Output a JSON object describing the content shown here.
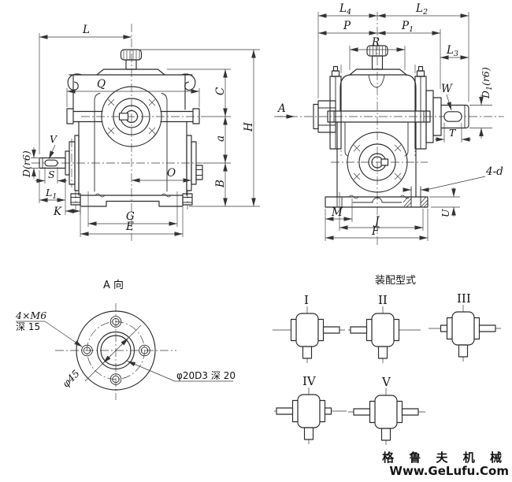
{
  "front_view": {
    "dims": {
      "L": "L",
      "Q": "Q",
      "C": "C",
      "a": "a",
      "B": "B",
      "H": "H",
      "O": "O",
      "G": "G",
      "E": "E",
      "K": "K",
      "S": "S",
      "V": "V",
      "D": "D(r6)",
      "L1": {
        "base": "L",
        "sub": "1"
      }
    }
  },
  "side_view": {
    "dims": {
      "L4": {
        "base": "L",
        "sub": "4"
      },
      "L2": {
        "base": "L",
        "sub": "2"
      },
      "P": "P",
      "P1": {
        "base": "P",
        "sub": "1"
      },
      "R": "R",
      "L3": {
        "base": "L",
        "sub": "3"
      },
      "W": "W",
      "D1": {
        "base": "D",
        "sub": "1",
        "rest": "(r6)"
      },
      "T": "T",
      "A": "A",
      "four_d": "4-d",
      "M": "M",
      "J": "J",
      "F": "F",
      "U": "U"
    }
  },
  "a_view": {
    "title": "A 向",
    "thread_note": "4×M6",
    "thread_depth": "深 15",
    "dia45": "φ45",
    "bore_note": "φ20D3 深 20"
  },
  "assembly": {
    "title": "装配型式",
    "labels": [
      "I",
      "II",
      "III",
      "IV",
      "V"
    ]
  },
  "watermark": {
    "line1": "格 鲁 夫 机 械",
    "line2": "Www.GeLufu.Com",
    "color": "#f08080"
  }
}
